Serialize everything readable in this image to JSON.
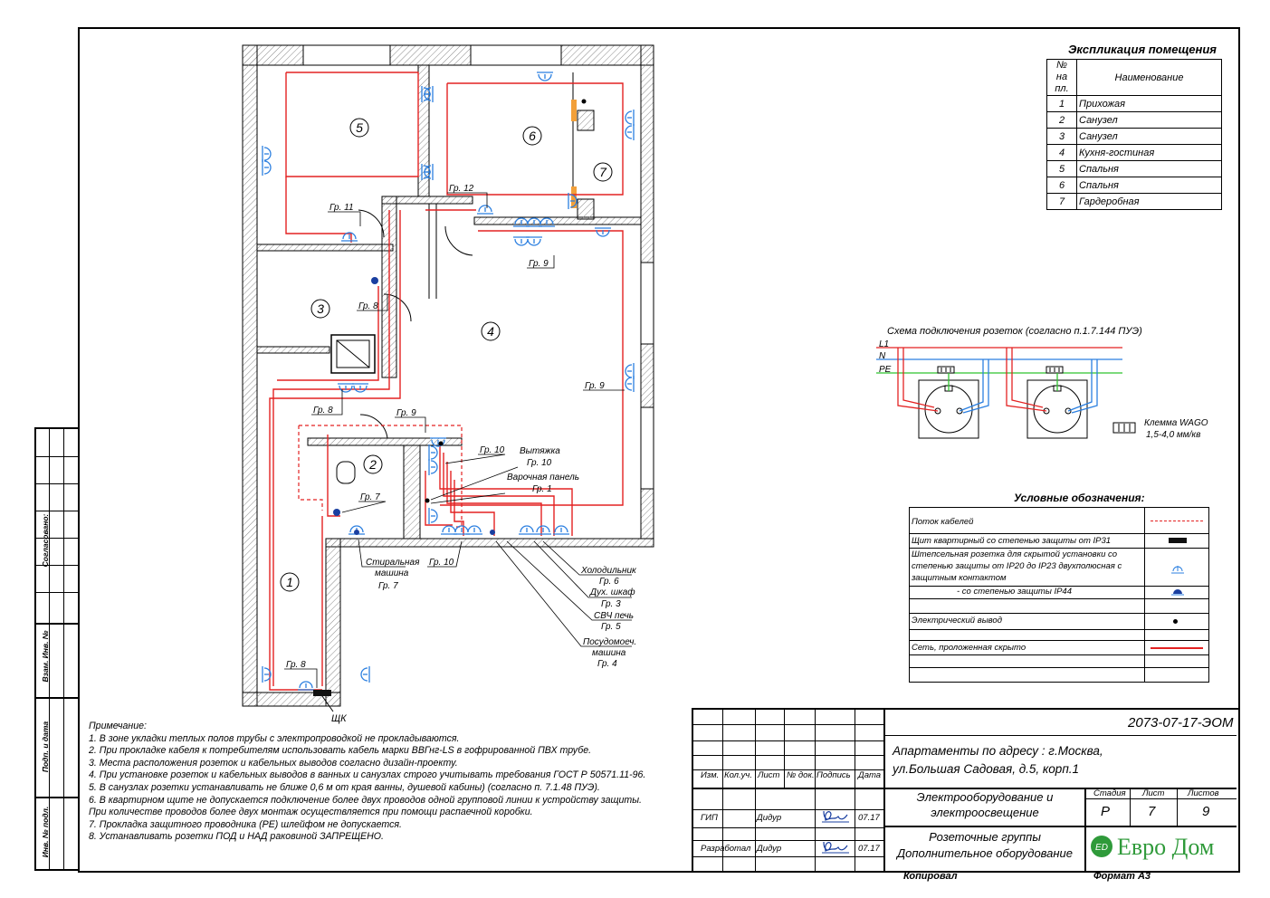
{
  "explication": {
    "title": "Экспликация помещения",
    "col_num": [
      "№",
      "на пл."
    ],
    "col_name": "Наименование",
    "rows": [
      {
        "n": "1",
        "name": "Прихожая"
      },
      {
        "n": "2",
        "name": "Санузел"
      },
      {
        "n": "3",
        "name": "Санузел"
      },
      {
        "n": "4",
        "name": "Кухня-гостиная"
      },
      {
        "n": "5",
        "name": "Спальня"
      },
      {
        "n": "6",
        "name": "Спальня"
      },
      {
        "n": "7",
        "name": "Гардеробная"
      }
    ]
  },
  "plan": {
    "rooms": [
      "1",
      "2",
      "3",
      "4",
      "5",
      "6",
      "7"
    ],
    "groups": {
      "g11": "Гр. 11",
      "g12": "Гр. 12",
      "g9a": "Гр. 9",
      "g9b": "Гр. 9",
      "g9c": "Гр. 9",
      "g8a": "Гр. 8",
      "g8b": "Гр. 8",
      "g8c": "Гр. 8",
      "g7": "Гр. 7",
      "g10a": "Гр. 10",
      "g10b": "Гр. 10"
    },
    "vytyazhka": [
      "Вытяжка",
      "Гр. 10"
    ],
    "varochnaya": [
      "Варочная панель",
      "Гр. 1"
    ],
    "stiralnaya": [
      "Стиральная",
      "машина",
      "Гр. 7"
    ],
    "holodilnik": [
      "Холодильник",
      "Гр. 6"
    ],
    "duh": [
      "Дух. шкаф",
      "Гр. 3"
    ],
    "svch": [
      "СВЧ печь",
      "Гр. 5"
    ],
    "posudo": [
      "Посудомоеч.",
      "машина",
      "Гр. 4"
    ],
    "shk": "ЩК"
  },
  "scheme": {
    "title": "Схема подключения розеток (согласно п.1.7.144 ПУЭ)",
    "l1": "L1",
    "n": "N",
    "pe": "PE",
    "wago": [
      "Клемма WAGO",
      "1,5-4,0 мм/кв"
    ],
    "colors": {
      "l1": "#e32222",
      "n": "#2b7fe0",
      "pe": "#2fc42f"
    }
  },
  "legend": {
    "title": "Условные обозначения:",
    "rows": [
      "Поток кабелей",
      "Щит квартирный со степенью защиты от IP31",
      "Штепсельная розетка для скрытой установки со степенью защиты от IP20 до IP23 двухполюсная с защитным контактом",
      "- со  степенью защиты  IP44",
      "Электрический вывод",
      "Сеть, проложенная скрыто"
    ]
  },
  "notes": {
    "title": "Примечание:",
    "items": [
      "1. В зоне укладки теплых полов трубы с электропроводкой не прокладываются.",
      "2. При прокладке кабеля к потребителям использовать кабель марки ВВГнг-LS в гофрированной ПВХ трубе.",
      "3. Места расположения розеток и кабельных выводов согласно дизайн-проекту.",
      "4. При установке розеток и кабельных выводов в ванных и санузлах строго учитывать требования ГОСТ Р  50571.11-96.",
      "5. В санузлах розетки устанавливать не ближе 0,6 м от края ванны, душевой кабины) (согласно п. 7.1.48 ПУЭ).",
      "6. В квартирном щите не допускается подключение более двух проводов одной групповой линии к устройству защиты.",
      "При количестве проводов более двух монтаж осуществляется при помощи распаечной коробки.",
      "7. Прокладка защитного проводника (PE) шлейфом не допускается.",
      "8. Устанавливать розетки ПОД и НАД раковиной ЗАПРЕЩЕНО."
    ]
  },
  "stamp": {
    "code": "2073-07-17-ЭОМ",
    "address": [
      "Апартаменты по адресу : г.Москва,",
      "ул.Большая Садовая, д.5, корп.1"
    ],
    "headers": [
      "Изм.",
      "Кол.уч.",
      "Лист",
      "№ док.",
      "Подпись",
      "Дата"
    ],
    "section": [
      "Электрооборудование и",
      "электроосвещение"
    ],
    "stage_h": "Стадия",
    "sheet_h": "Лист",
    "sheets_h": "Листов",
    "stage": "Р",
    "sheet": "7",
    "sheets": "9",
    "rows": [
      {
        "role": "ГИП",
        "name": "Дидур",
        "date": "07.17"
      },
      {
        "role": "Разработал",
        "name": "Дидур",
        "date": "07.17"
      }
    ],
    "drawing": [
      "Розеточные группы",
      "Дополнительное оборудование"
    ],
    "logo": "Евро Дом",
    "copied": "Копировал",
    "format": "Формат А3",
    "side": [
      "Согласовано:",
      "Взам. Инв. №",
      "Подп. и дата",
      "Инв. № подл."
    ],
    "logo_color": "#2f9a3a"
  }
}
